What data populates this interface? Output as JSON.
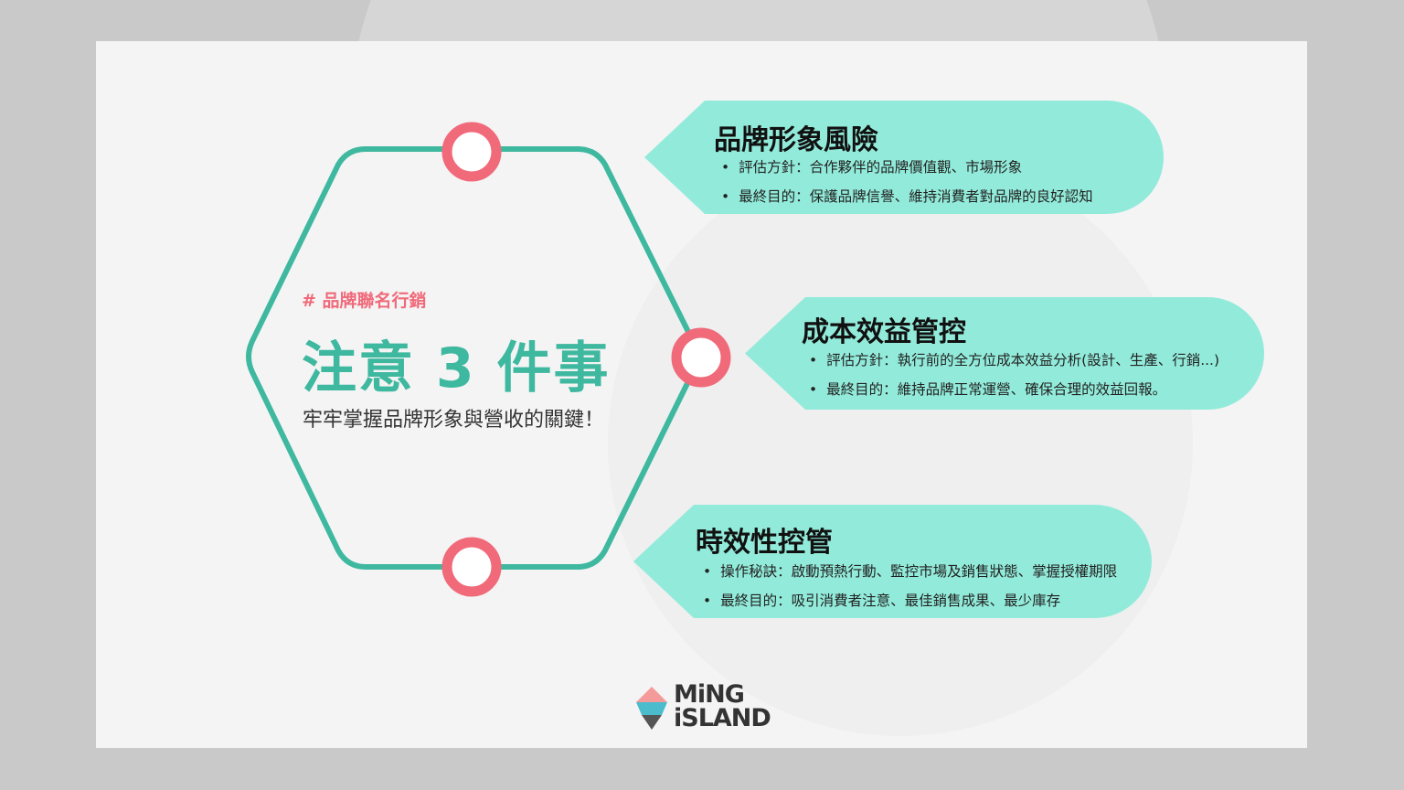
{
  "tag": "# 品牌聯名行銷",
  "title": "注意 3 件事",
  "subtitle": "牢牢掌握品牌形象與營收的關鍵！",
  "cards": [
    {
      "heading": "品牌形象風險",
      "bullets": [
        "評估方針：合作夥伴的品牌價值觀、市場形象",
        "最終目的：保護品牌信譽、維持消費者對品牌的良好認知"
      ]
    },
    {
      "heading": "成本效益管控",
      "bullets": [
        "評估方針：執行前的全方位成本效益分析(設計、生產、行銷...)",
        "最終目的：維持品牌正常運營、確保合理的效益回報。"
      ]
    },
    {
      "heading": "時效性控管",
      "bullets": [
        "操作秘訣：啟動預熱行動、監控市場及銷售狀態、掌握授權期限",
        "最終目的：吸引消費者注意、最佳銷售成果、最少庫存"
      ]
    }
  ],
  "logo": {
    "line1": "MiNG",
    "line2": "iSLAND"
  },
  "colors": {
    "teal": "#3fb8a0",
    "pink": "#f06a7a",
    "card": "#92ebda"
  }
}
